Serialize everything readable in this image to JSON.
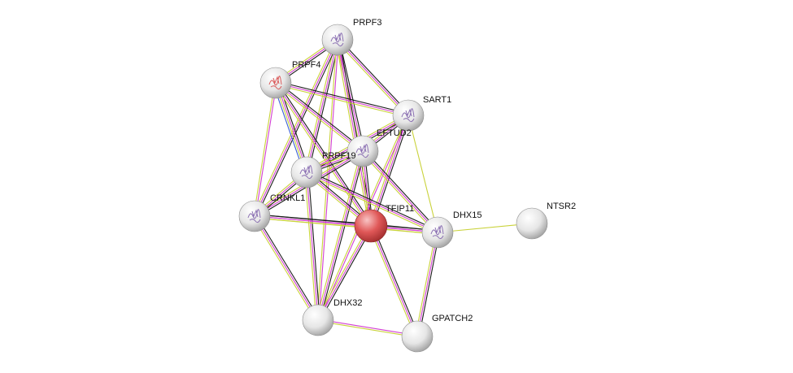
{
  "colors": {
    "focus_node": "#e14c4c",
    "node": "#e8e8e8",
    "evidence_lines": [
      "#1a1a1a",
      "#d23ed2",
      "#c9d23a",
      "#3b5fd6"
    ]
  },
  "nodes": [
    {
      "id": "PRPF3",
      "label": "PRPF3",
      "icon": "protein-structure-icon"
    },
    {
      "id": "PRPF4",
      "label": "PRPF4",
      "icon": "protein-structure-icon"
    },
    {
      "id": "SART1",
      "label": "SART1",
      "icon": "protein-structure-icon"
    },
    {
      "id": "EFTUD2",
      "label": "EFTUD2",
      "icon": "protein-structure-icon"
    },
    {
      "id": "PRPF19",
      "label": "PRPF19",
      "icon": "protein-structure-icon"
    },
    {
      "id": "CRNKL1",
      "label": "CRNKL1",
      "icon": "protein-structure-icon"
    },
    {
      "id": "TFIP11",
      "label": "TFIP11",
      "focus": true
    },
    {
      "id": "DHX15",
      "label": "DHX15",
      "icon": "protein-structure-icon"
    },
    {
      "id": "NTSR2",
      "label": "NTSR2"
    },
    {
      "id": "DHX32",
      "label": "DHX32"
    },
    {
      "id": "GPATCH2",
      "label": "GPATCH2"
    }
  ],
  "edges": [
    {
      "a": "PRPF3",
      "b": "PRPF4",
      "kinds": [
        "k",
        "m",
        "y"
      ]
    },
    {
      "a": "PRPF3",
      "b": "SART1",
      "kinds": [
        "k",
        "m",
        "y"
      ]
    },
    {
      "a": "PRPF3",
      "b": "EFTUD2",
      "kinds": [
        "k",
        "m",
        "y"
      ]
    },
    {
      "a": "PRPF3",
      "b": "PRPF19",
      "kinds": [
        "k",
        "m",
        "y"
      ]
    },
    {
      "a": "PRPF3",
      "b": "CRNKL1",
      "kinds": [
        "k",
        "m",
        "y"
      ]
    },
    {
      "a": "PRPF3",
      "b": "TFIP11",
      "kinds": [
        "k",
        "m",
        "y"
      ]
    },
    {
      "a": "PRPF3",
      "b": "DHX32",
      "kinds": [
        "m",
        "y"
      ]
    },
    {
      "a": "PRPF4",
      "b": "SART1",
      "kinds": [
        "k",
        "m",
        "y"
      ]
    },
    {
      "a": "PRPF4",
      "b": "EFTUD2",
      "kinds": [
        "k",
        "m",
        "y"
      ]
    },
    {
      "a": "PRPF4",
      "b": "PRPF19",
      "kinds": [
        "k",
        "m",
        "y",
        "b"
      ]
    },
    {
      "a": "PRPF4",
      "b": "TFIP11",
      "kinds": [
        "k",
        "m",
        "y"
      ]
    },
    {
      "a": "PRPF4",
      "b": "CRNKL1",
      "kinds": [
        "m",
        "y"
      ]
    },
    {
      "a": "SART1",
      "b": "EFTUD2",
      "kinds": [
        "k",
        "m",
        "y"
      ]
    },
    {
      "a": "SART1",
      "b": "PRPF19",
      "kinds": [
        "k",
        "m",
        "y"
      ]
    },
    {
      "a": "SART1",
      "b": "TFIP11",
      "kinds": [
        "k",
        "m",
        "y"
      ]
    },
    {
      "a": "SART1",
      "b": "DHX15",
      "kinds": [
        "y"
      ]
    },
    {
      "a": "SART1",
      "b": "DHX32",
      "kinds": [
        "m",
        "y"
      ]
    },
    {
      "a": "EFTUD2",
      "b": "PRPF19",
      "kinds": [
        "k",
        "m",
        "y"
      ]
    },
    {
      "a": "EFTUD2",
      "b": "TFIP11",
      "kinds": [
        "k",
        "m",
        "y"
      ]
    },
    {
      "a": "EFTUD2",
      "b": "DHX15",
      "kinds": [
        "k",
        "m",
        "y"
      ]
    },
    {
      "a": "EFTUD2",
      "b": "CRNKL1",
      "kinds": [
        "k",
        "m",
        "y"
      ]
    },
    {
      "a": "EFTUD2",
      "b": "DHX32",
      "kinds": [
        "k",
        "m",
        "y"
      ]
    },
    {
      "a": "PRPF19",
      "b": "CRNKL1",
      "kinds": [
        "k",
        "m",
        "y"
      ]
    },
    {
      "a": "PRPF19",
      "b": "TFIP11",
      "kinds": [
        "k",
        "m",
        "y"
      ]
    },
    {
      "a": "PRPF19",
      "b": "DHX15",
      "kinds": [
        "k",
        "m",
        "y"
      ]
    },
    {
      "a": "PRPF19",
      "b": "DHX32",
      "kinds": [
        "k",
        "m",
        "y"
      ]
    },
    {
      "a": "CRNKL1",
      "b": "TFIP11",
      "kinds": [
        "k",
        "m",
        "y"
      ]
    },
    {
      "a": "CRNKL1",
      "b": "DHX15",
      "kinds": [
        "k",
        "m",
        "y"
      ]
    },
    {
      "a": "CRNKL1",
      "b": "DHX32",
      "kinds": [
        "k",
        "m",
        "y"
      ]
    },
    {
      "a": "TFIP11",
      "b": "DHX15",
      "kinds": [
        "k",
        "m",
        "y"
      ]
    },
    {
      "a": "TFIP11",
      "b": "DHX32",
      "kinds": [
        "k",
        "m",
        "y"
      ]
    },
    {
      "a": "TFIP11",
      "b": "GPATCH2",
      "kinds": [
        "k",
        "m",
        "y"
      ]
    },
    {
      "a": "DHX15",
      "b": "NTSR2",
      "kinds": [
        "y"
      ]
    },
    {
      "a": "DHX15",
      "b": "GPATCH2",
      "kinds": [
        "k",
        "m",
        "y"
      ]
    },
    {
      "a": "DHX32",
      "b": "GPATCH2",
      "kinds": [
        "m",
        "y"
      ]
    }
  ]
}
